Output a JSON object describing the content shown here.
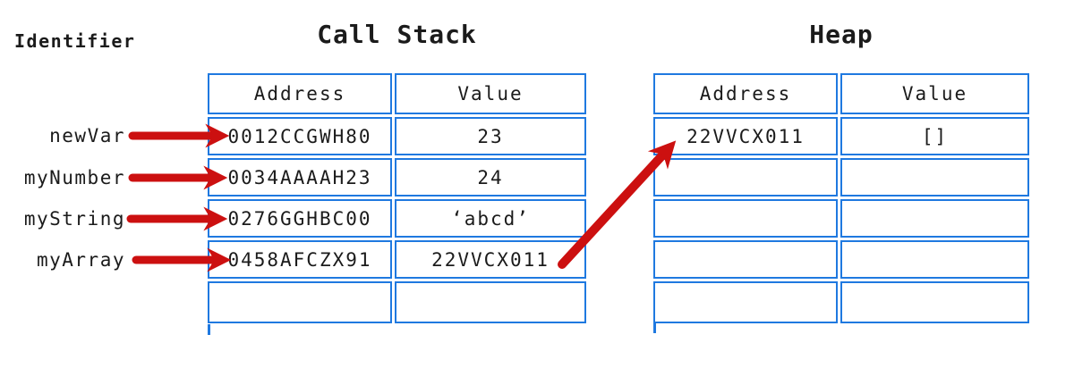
{
  "colors": {
    "table_border_blue": "#1f79e0",
    "arrow_red": "#cc1010",
    "text_black": "#1b1b1b",
    "background": "#ffffff"
  },
  "identifier_panel": {
    "title": "Identifier",
    "items": [
      "newVar",
      "myNumber",
      "myString",
      "myArray"
    ]
  },
  "call_stack": {
    "title": "Call Stack",
    "columns": {
      "address": "Address",
      "value": "Value"
    },
    "rows": [
      {
        "address": "0012CCGWH80",
        "value": "23"
      },
      {
        "address": "0034AAAAH23",
        "value": "24"
      },
      {
        "address": "0276GGHBC00",
        "value": "‘abcd’"
      },
      {
        "address": "0458AFCZX91",
        "value": "22VVCX011"
      },
      {
        "address": "",
        "value": ""
      }
    ]
  },
  "heap": {
    "title": "Heap",
    "columns": {
      "address": "Address",
      "value": "Value"
    },
    "rows": [
      {
        "address": "22VVCX011",
        "value": "[]"
      },
      {
        "address": "",
        "value": ""
      },
      {
        "address": "",
        "value": ""
      },
      {
        "address": "",
        "value": ""
      },
      {
        "address": "",
        "value": ""
      }
    ]
  },
  "arrows": {
    "identifier_to_stack": [
      "newVar -> 0012CCGWH80",
      "myNumber -> 0034AAAAH23",
      "myString -> 0276GGHBC00",
      "myArray -> 0458AFCZX91"
    ],
    "stack_to_heap": "22VVCX011 -> heap 22VVCX011"
  }
}
